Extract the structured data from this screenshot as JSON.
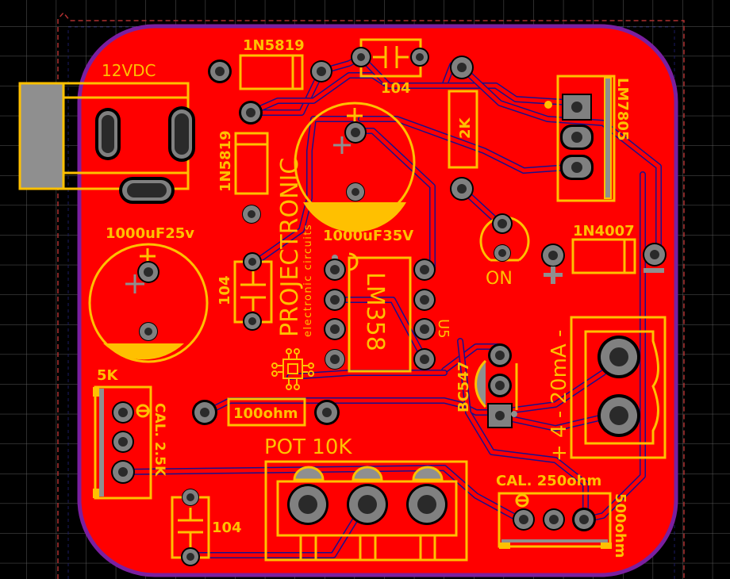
{
  "colors": {
    "background": "#000000",
    "grid": "#555555",
    "board_copper": "#ff0000",
    "board_outline": "#7a1fa0",
    "silkscreen": "#ffc000",
    "trace_outline": "#1a0f8c",
    "pad": "#808080",
    "drill": "#2a2a2a",
    "keepout": "#b03030"
  },
  "board": {
    "logo_name": "PROJECTRONIC",
    "logo_tagline": "electronic circuits"
  },
  "components": {
    "dc_jack": {
      "label": "12VDC"
    },
    "diode_top": {
      "label": "1N5819"
    },
    "diode_left": {
      "label": "1N5819"
    },
    "cap_top": {
      "label": "104"
    },
    "resistor_2k": {
      "label": "2K"
    },
    "regulator": {
      "label": "LM7805"
    },
    "cap_35v": {
      "label": "1000uF35V"
    },
    "cap_25v": {
      "label": "1000uF25v"
    },
    "cap_mid": {
      "label": "104"
    },
    "opamp": {
      "label": "LM358",
      "ref": "U5"
    },
    "led": {
      "label": "ON"
    },
    "diode_right": {
      "label": "1N4007"
    },
    "trimmer_left": {
      "value": "5K",
      "label": "CAL. 2.5K"
    },
    "resistor_100": {
      "label": "100ohm"
    },
    "pot": {
      "label": "POT 10K"
    },
    "cap_bottom": {
      "label": "104"
    },
    "transistor": {
      "label": "BC547"
    },
    "output_terminal": {
      "label": "+ 4 - 20mA -"
    },
    "trimmer_right": {
      "label": "CAL. 250ohm",
      "value": "500ohm"
    }
  }
}
